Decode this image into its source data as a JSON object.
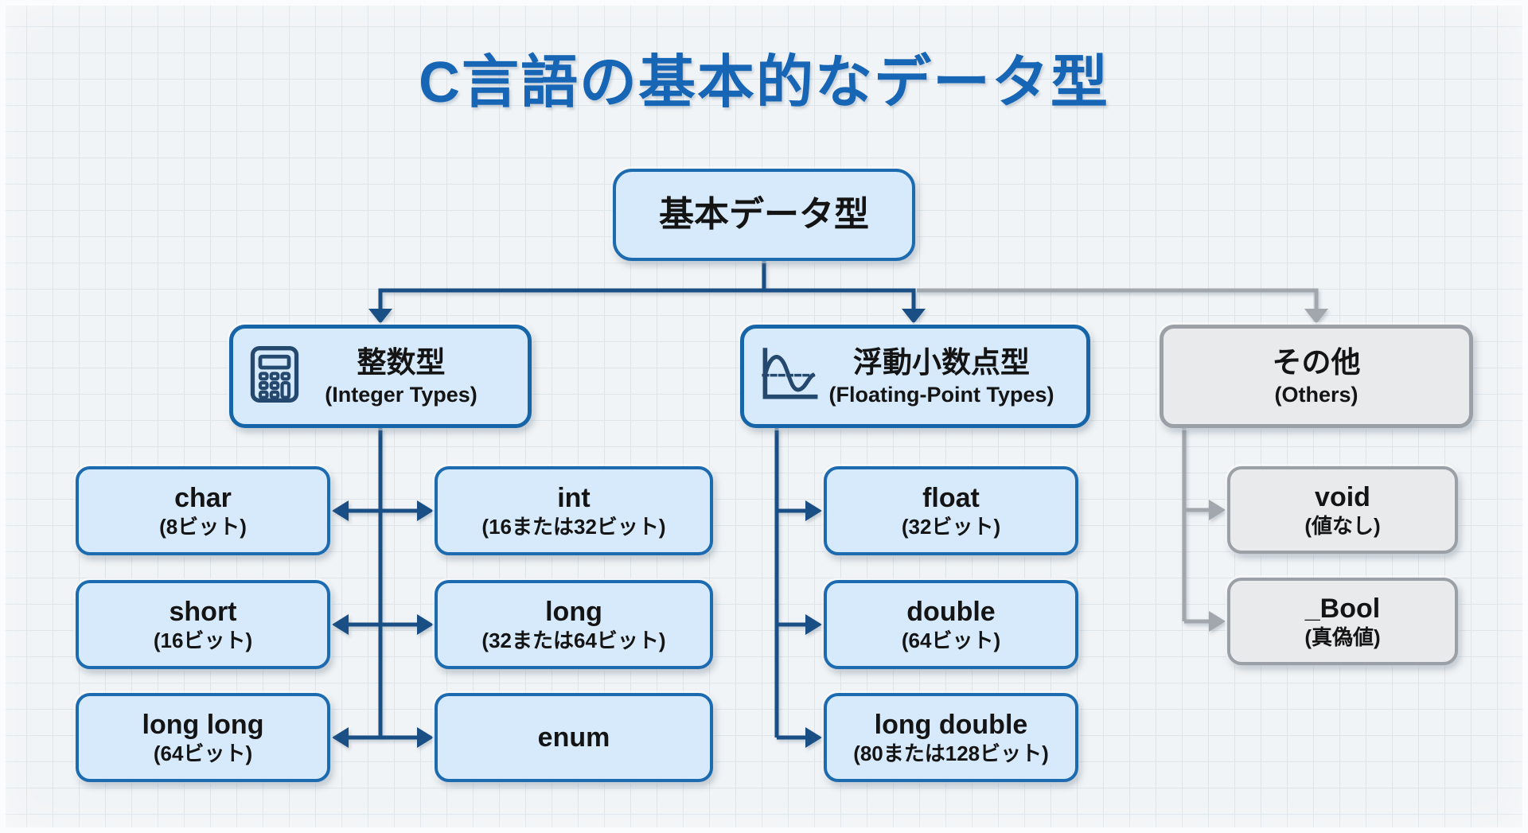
{
  "title": "C言語の基本的なデータ型",
  "colors": {
    "title_blue": "#1765b5",
    "node_fill_blue": "#d7eafb",
    "node_border_blue": "#1c6ab0",
    "connector_navy": "#1a4f85",
    "node_fill_gray": "#e9eaec",
    "node_border_gray": "#9aa0a6",
    "connector_gray": "#a2a7ad"
  },
  "root": {
    "label": "基本データ型"
  },
  "categories": {
    "integer": {
      "label": "整数型",
      "sublabel": "(Integer Types)",
      "icon": "calculator-icon"
    },
    "floating": {
      "label": "浮動小数点型",
      "sublabel": "(Floating-Point Types)",
      "icon": "waveform-icon"
    },
    "others": {
      "label": "その他",
      "sublabel": "(Others)"
    }
  },
  "integer_children": [
    {
      "name": "char",
      "detail": "(8ビット)"
    },
    {
      "name": "int",
      "detail": "(16または32ビット)"
    },
    {
      "name": "short",
      "detail": "(16ビット)"
    },
    {
      "name": "long",
      "detail": "(32または64ビット)"
    },
    {
      "name": "long long",
      "detail": "(64ビット)"
    },
    {
      "name": "enum",
      "detail": ""
    }
  ],
  "floating_children": [
    {
      "name": "float",
      "detail": "(32ビット)"
    },
    {
      "name": "double",
      "detail": "(64ビット)"
    },
    {
      "name": "long double",
      "detail": "(80または128ビット)"
    }
  ],
  "others_children": [
    {
      "name": "void",
      "detail": "(値なし)"
    },
    {
      "name": "_Bool",
      "detail": "(真偽値)"
    }
  ]
}
